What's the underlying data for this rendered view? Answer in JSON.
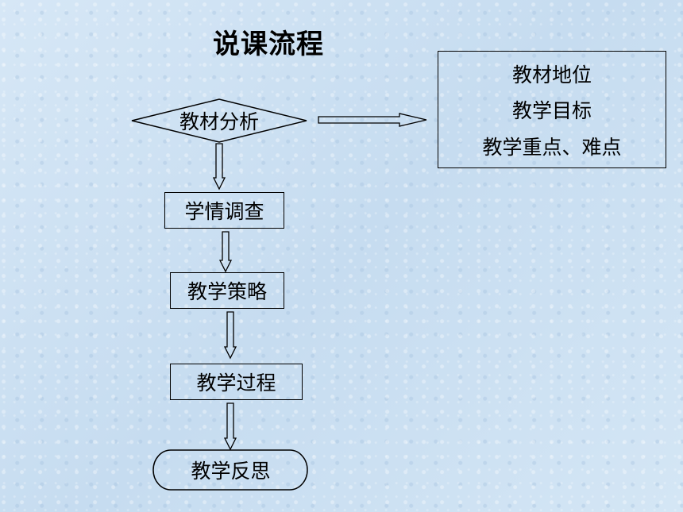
{
  "title": "说课流程",
  "nodes": {
    "analysis": "教材分析",
    "survey": "学情调查",
    "strategy": "教学策略",
    "process": "教学过程",
    "reflection": "教学反思"
  },
  "analysis_items": [
    "教材地位",
    "教学目标",
    "教学重点、难点"
  ]
}
